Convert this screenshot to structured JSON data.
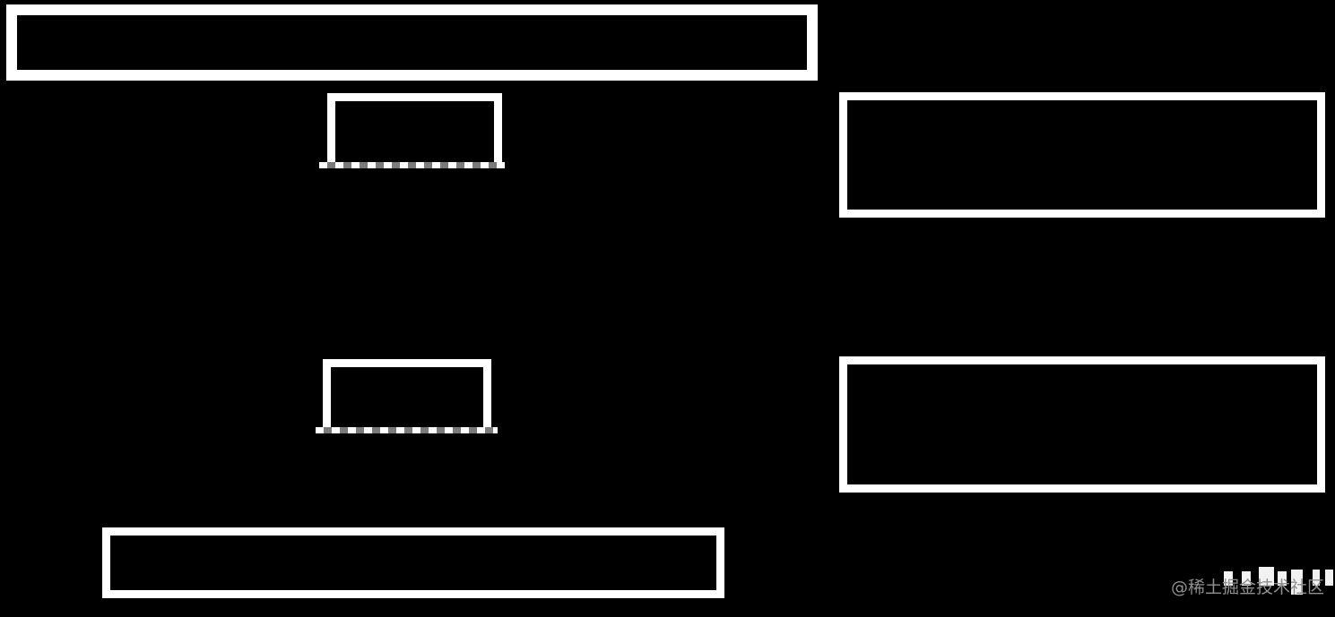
{
  "diagram": {
    "background_color": "#000000",
    "node_border_color": "#ffffff",
    "node_fill_color": "#000000",
    "dash_colors": [
      "#ffffff",
      "#7a7a7a"
    ],
    "nodes": [
      {
        "name": "top-banner-node",
        "label": ""
      },
      {
        "name": "upper-small-node",
        "label": ""
      },
      {
        "name": "upper-right-node",
        "label": ""
      },
      {
        "name": "lower-small-node",
        "label": ""
      },
      {
        "name": "lower-right-node",
        "label": ""
      },
      {
        "name": "bottom-banner-node",
        "label": ""
      }
    ]
  },
  "watermark": {
    "text": "@稀土掘金技术社区",
    "color": "#8f8f8f"
  }
}
